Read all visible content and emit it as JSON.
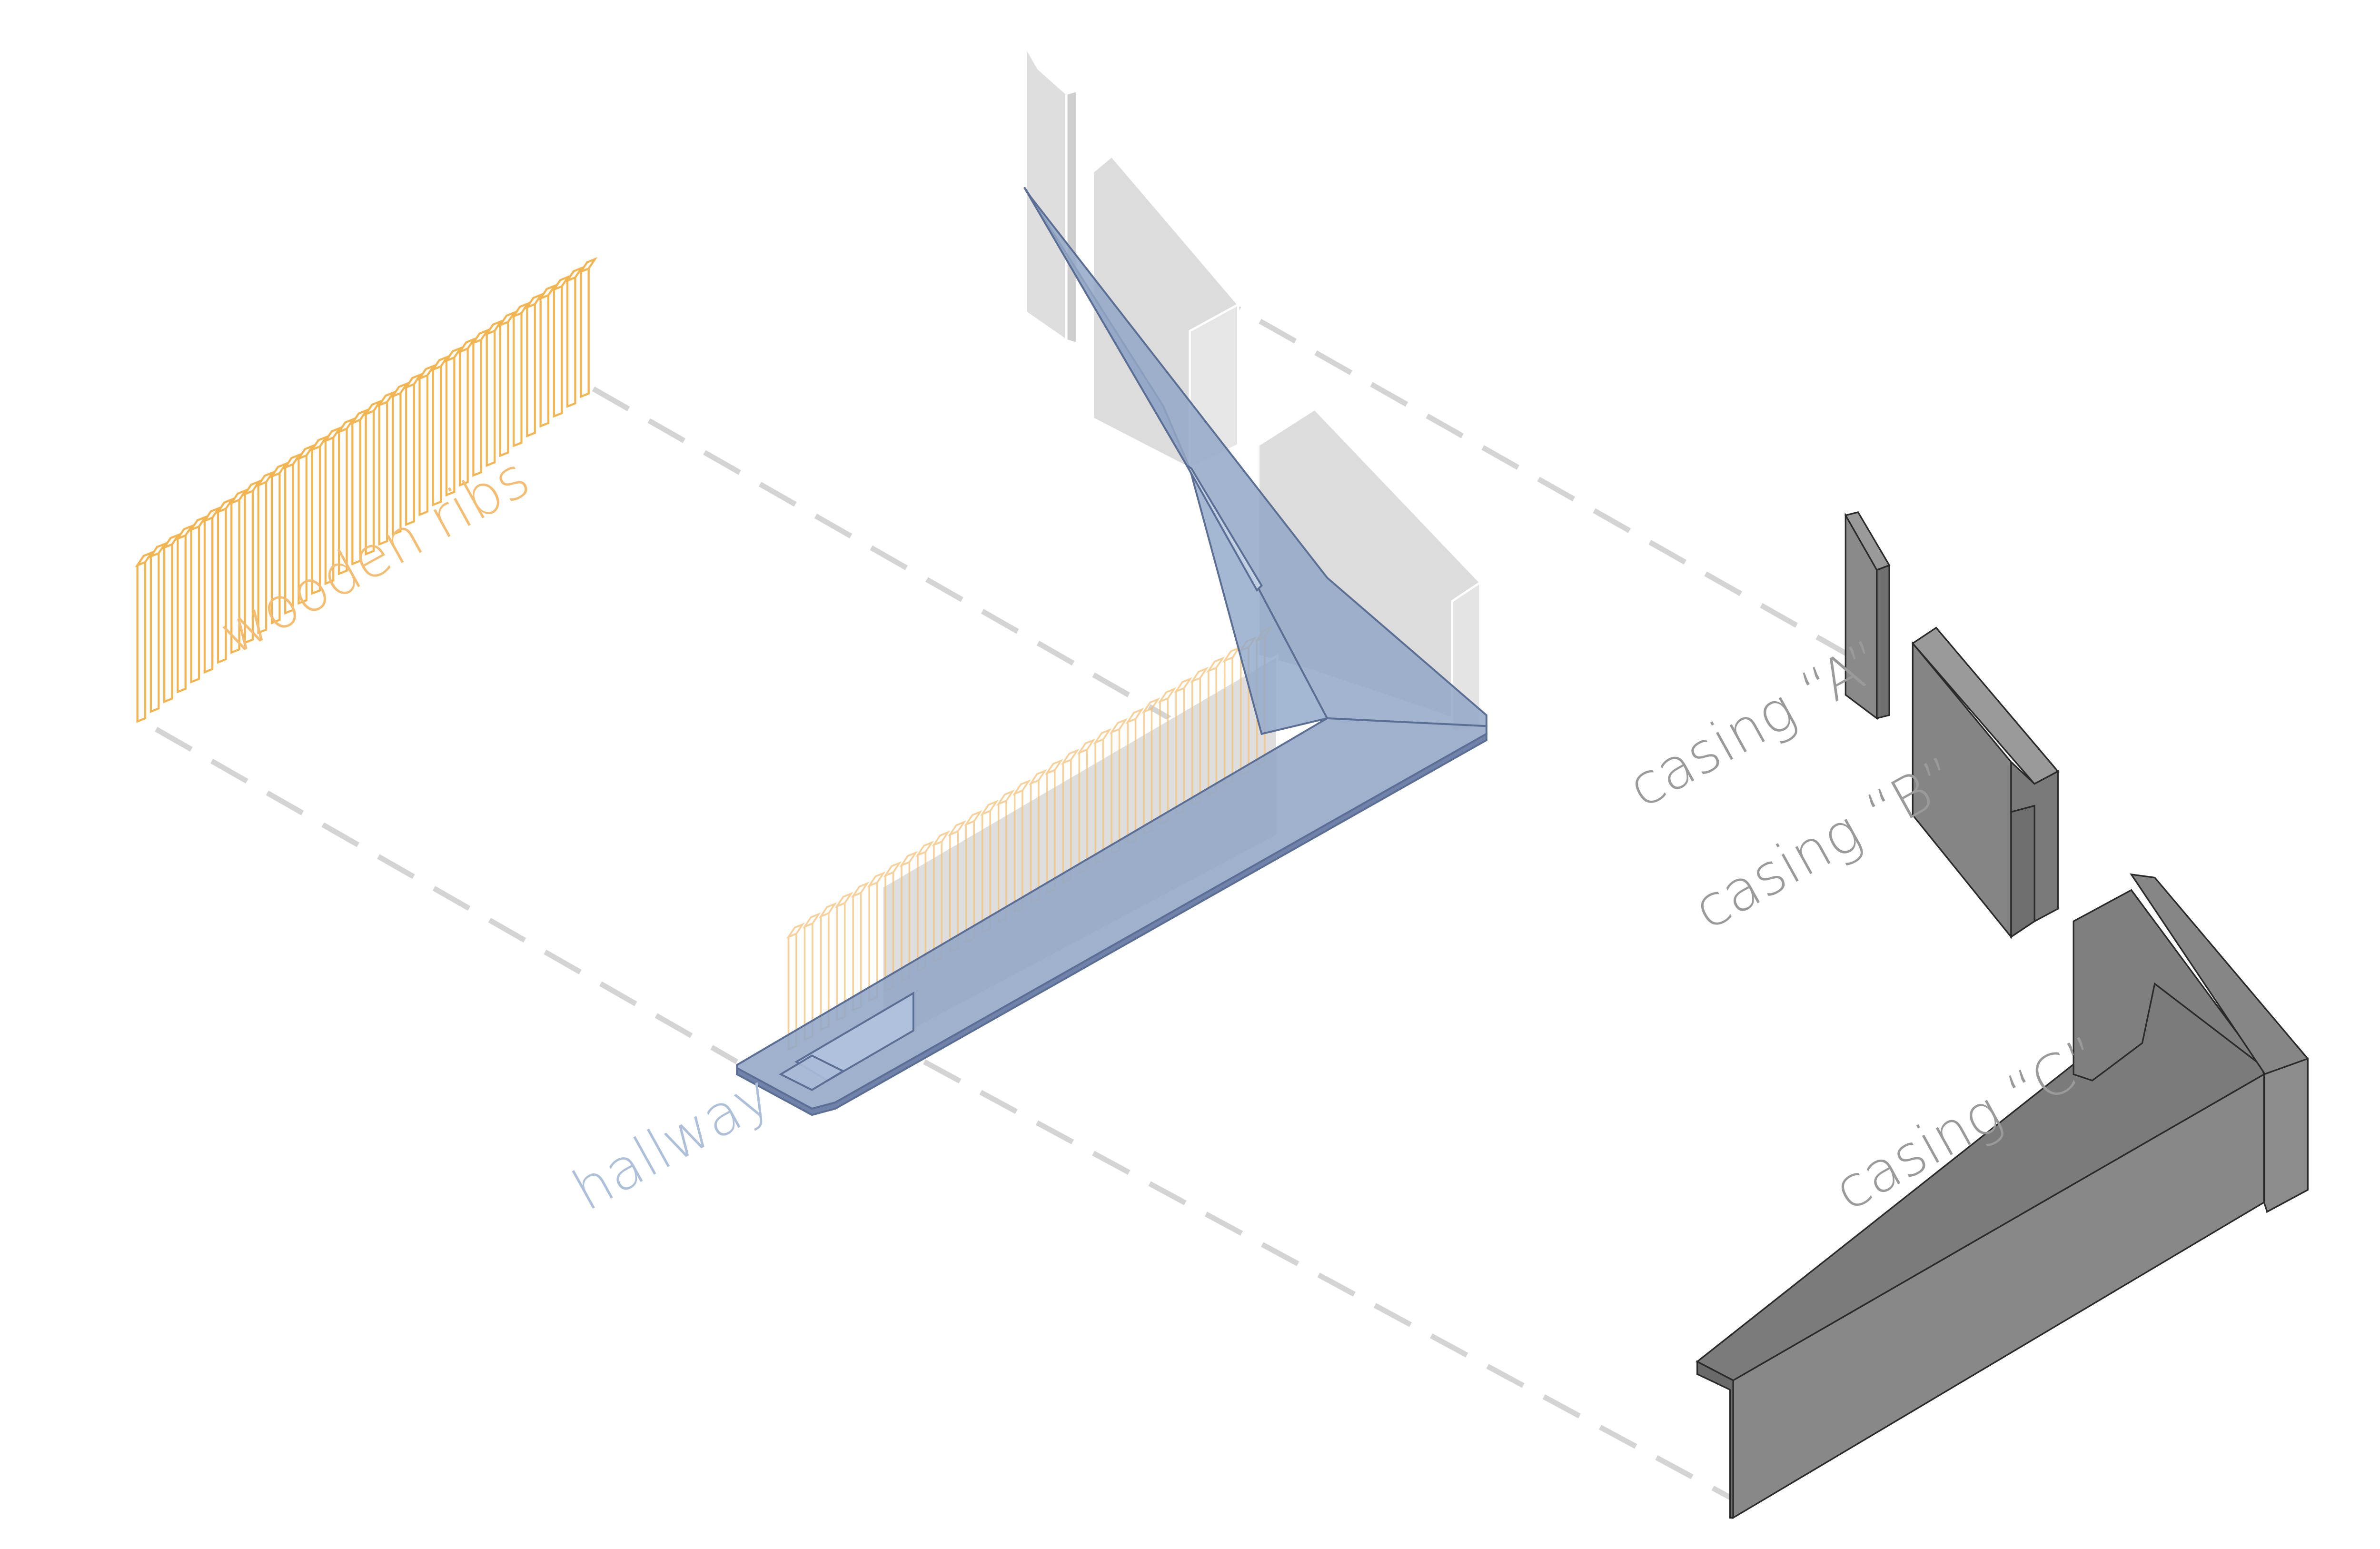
{
  "labels": {
    "wooden_ribs": "wooden ribs",
    "hallway": "hallway",
    "casing_a": "casing “A”",
    "casing_b": "casing “B”",
    "casing_c": "casing “C”"
  },
  "colors": {
    "wood": "#f2b552",
    "wood_label": "#f3be73",
    "hallway_fill": "#9fb2cc",
    "hallway_stroke": "#5b6e94",
    "hallway_label": "#aebfd8",
    "ghost_fill": "#dcdcdc",
    "ghost_stroke": "#ffffff",
    "casing_fill": "#7f7f7f",
    "casing_face": "#8a8a8a",
    "casing_stroke": "#2a2a2a",
    "casing_label": "#9a9a9a",
    "guide": "#d4d4d4"
  }
}
